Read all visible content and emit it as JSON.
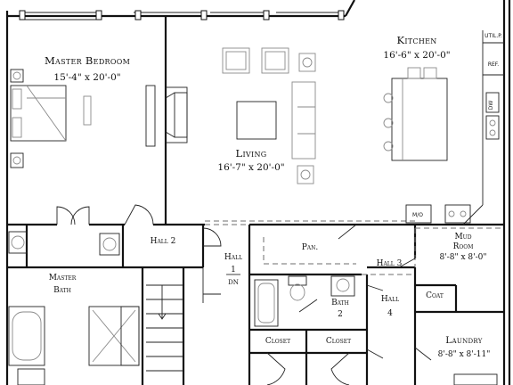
{
  "rooms": {
    "master_bedroom": {
      "name": "Master Bedroom",
      "dims": "15'-4\" x 20'-0\""
    },
    "living": {
      "name": "Living",
      "dims": "16'-7\" x 20'-0\""
    },
    "kitchen": {
      "name": "Kitchen",
      "dims": "16'-6\" x 20'-0\""
    },
    "hall2": {
      "name": "Hall 2"
    },
    "hall1": {
      "name": "Hall",
      "number": "1",
      "dn": "DN"
    },
    "pantry": {
      "name": "Pan."
    },
    "mud_room": {
      "name": "Mud",
      "name2": "Room",
      "dims": "8'-8\" x 8'-0\""
    },
    "hall3": {
      "name": "Hall 3"
    },
    "master_bath": {
      "name": "Master",
      "name2": "Bath"
    },
    "bath2": {
      "name": "Bath",
      "number": "2"
    },
    "hall4": {
      "name": "Hall",
      "number": "4"
    },
    "coat": {
      "name": "Coat"
    },
    "closet_left": {
      "name": "Closet"
    },
    "closet_right": {
      "name": "Closet"
    },
    "laundry": {
      "name": "Laundry",
      "dims": "8'-8\" x 8'-11\""
    }
  },
  "appliances": {
    "util": "UTIL.P.",
    "ref": "REF.",
    "dw": "DW",
    "mo": "M/O"
  }
}
